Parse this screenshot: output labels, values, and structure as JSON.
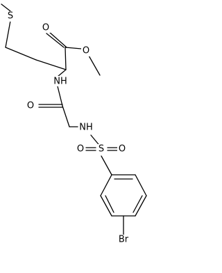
{
  "atoms": {
    "s_thioether": "S",
    "o_ester_carbonyl": "O",
    "o_ester_ether": "O",
    "nh_amide": "NH",
    "o_amide": "O",
    "nh_sulfonamide": "NH",
    "s_sulfonyl": "S",
    "o_sulfonyl_left": "O",
    "o_sulfonyl_right": "O",
    "br": "Br"
  },
  "colors": {
    "bond": "#000000",
    "label": "#000000",
    "background": "#ffffff"
  }
}
